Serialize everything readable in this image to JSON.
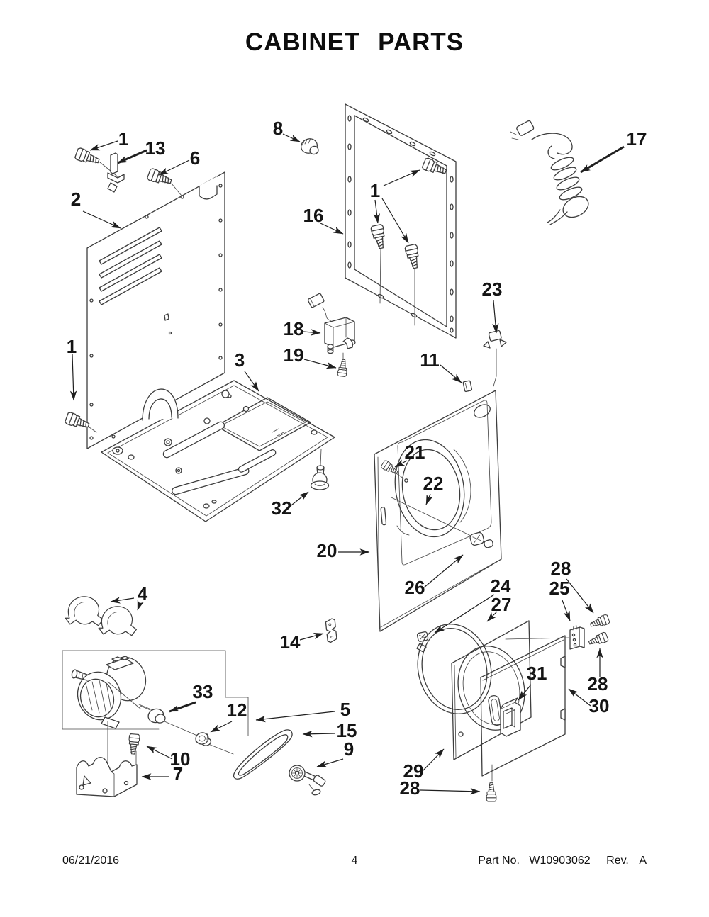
{
  "page": {
    "title": "CABINET PARTS",
    "footer": {
      "date": "06/21/2016",
      "page_number": "4",
      "part_label": "Part No.",
      "part_number": "W10903062",
      "rev_label": "Rev.",
      "rev_value": "A"
    }
  },
  "callouts": [
    {
      "label": "1"
    },
    {
      "label": "13"
    },
    {
      "label": "6"
    },
    {
      "label": "2"
    },
    {
      "label": "8"
    },
    {
      "label": "16"
    },
    {
      "label": "1"
    },
    {
      "label": "17"
    },
    {
      "label": "23"
    },
    {
      "label": "11"
    },
    {
      "label": "18"
    },
    {
      "label": "19"
    },
    {
      "label": "1"
    },
    {
      "label": "3"
    },
    {
      "label": "32"
    },
    {
      "label": "21"
    },
    {
      "label": "22"
    },
    {
      "label": "20"
    },
    {
      "label": "26"
    },
    {
      "label": "24"
    },
    {
      "label": "27"
    },
    {
      "label": "28"
    },
    {
      "label": "25"
    },
    {
      "label": "31"
    },
    {
      "label": "28"
    },
    {
      "label": "30"
    },
    {
      "label": "29"
    },
    {
      "label": "28"
    },
    {
      "label": "4"
    },
    {
      "label": "14"
    },
    {
      "label": "33"
    },
    {
      "label": "12"
    },
    {
      "label": "5"
    },
    {
      "label": "15"
    },
    {
      "label": "9"
    },
    {
      "label": "10"
    },
    {
      "label": "7"
    }
  ]
}
